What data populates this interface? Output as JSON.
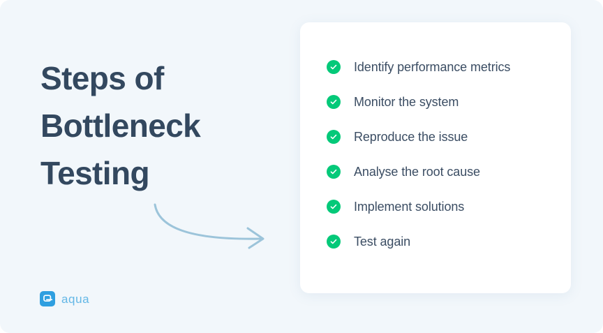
{
  "colors": {
    "page_background": "#ffffff",
    "canvas_background": "#f2f7fb",
    "card_background": "#ffffff",
    "heading": "#33485f",
    "body_text": "#3b4d63",
    "check_green": "#04c979",
    "arrow_blue": "#9cc4da",
    "brand_blue": "#2f9fe0",
    "brand_word_blue": "#63b7e6"
  },
  "heading": {
    "line1": "Steps of",
    "line2": "Bottleneck",
    "line3": "Testing",
    "full": "Steps of Bottleneck Testing"
  },
  "arrow": {
    "icon": "curved-arrow-icon",
    "direction": "right"
  },
  "brand": {
    "mark_icon": "aqua-logo-icon",
    "wordmark": "aqua"
  },
  "card": {
    "steps": [
      {
        "icon": "check-circle-icon",
        "label": "Identify performance metrics"
      },
      {
        "icon": "check-circle-icon",
        "label": "Monitor the system"
      },
      {
        "icon": "check-circle-icon",
        "label": "Reproduce the issue"
      },
      {
        "icon": "check-circle-icon",
        "label": "Analyse the root cause"
      },
      {
        "icon": "check-circle-icon",
        "label": "Implement solutions"
      },
      {
        "icon": "check-circle-icon",
        "label": "Test again"
      }
    ]
  }
}
